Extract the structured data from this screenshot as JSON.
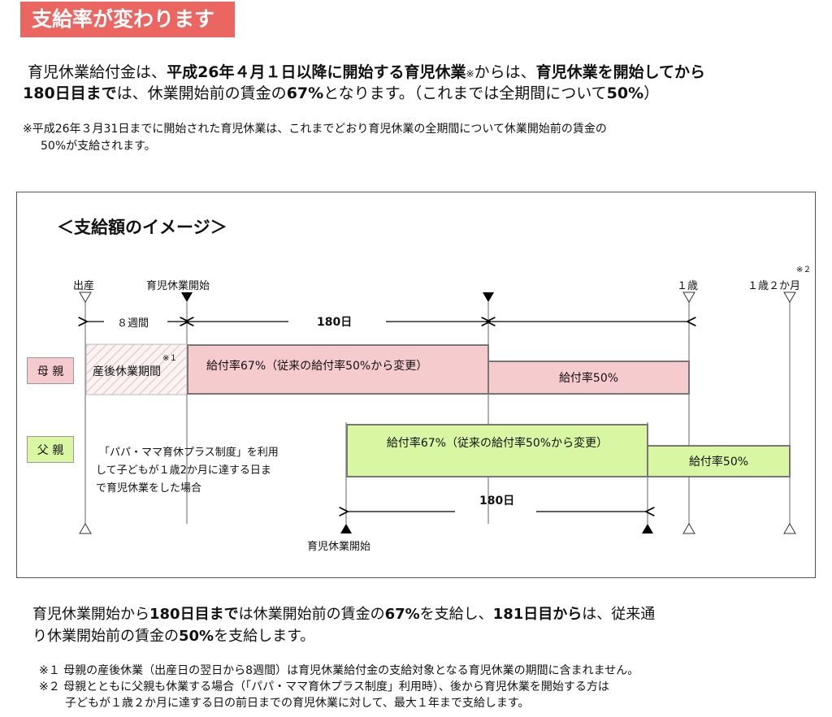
{
  "banner": "支給率が変わります",
  "intro": {
    "l1a": "育児休業給付金は、",
    "l1b": "平成26年４月１日以降に開始する育児休業",
    "l1c": "※",
    "l1d": "からは、",
    "l1e": "育児休業を開始してから",
    "l2a": "180日目まで",
    "l2b": "は、休業開始前の賃金の",
    "l2c": "67%",
    "l2d": "となります。（これまでは全期間について",
    "l2e": "50%",
    "l2f": "）"
  },
  "note": {
    "l1": "※平成26年３月31日までに開始された育児休業は、これまでどおり育児休業の全期間について休業開始前の賃金の",
    "l2": "50%が支給されます。"
  },
  "diagram": {
    "title": "＜支給額のイメージ＞",
    "labels": {
      "birth": "出産",
      "leave_start": "育児休業開始",
      "one_year": "１歳",
      "one_year_two_months": "１歳２か月",
      "note2": "※２",
      "weeks8": "８週間",
      "days180": "180日",
      "father_leave_start": "育児休業開始",
      "father_days180": "180日"
    },
    "mother": {
      "tag": "母 親",
      "postnatal": "産後休業期間",
      "postnatal_note": "※１",
      "rate67": "給付率67%（従来の給付率50%から変更）",
      "rate50": "給付率50%"
    },
    "father": {
      "tag": "父 親",
      "desc1": "「パパ・ママ育休プラス制度」を利用",
      "desc2": "して子どもが１歳2か月に達する日ま",
      "desc3": "で育児休業をした場合",
      "rate67": "給付率67%（従来の給付率50%から変更）",
      "rate50": "給付率50%"
    },
    "colors": {
      "pink": "#f6cbcd",
      "green": "#d9f7a2",
      "banner": "#ec6661"
    }
  },
  "summary": {
    "a": "育児休業開始から",
    "b": "180日目まで",
    "c": "は休業開始前の賃金の",
    "d": "67%",
    "e": "を支給し、",
    "f": "181日目から",
    "g": "は、従来通",
    "h": "り休業開始前の賃金の",
    "i": "50%",
    "j": "を支給します。"
  },
  "footnotes": {
    "n1": "※１ 母親の産後休業（出産日の翌日から8週間）は育児休業給付金の支給対象となる育児休業の期間に含まれません。",
    "n2a": "※２ 母親とともに父親も休業する場合（「パパ・ママ育休プラス制度」利用時）、後から育児休業を開始する方は",
    "n2b": "子どもが１歳２か月に達する日の前日までの育児休業に対して、最大１年まで支給します。"
  }
}
